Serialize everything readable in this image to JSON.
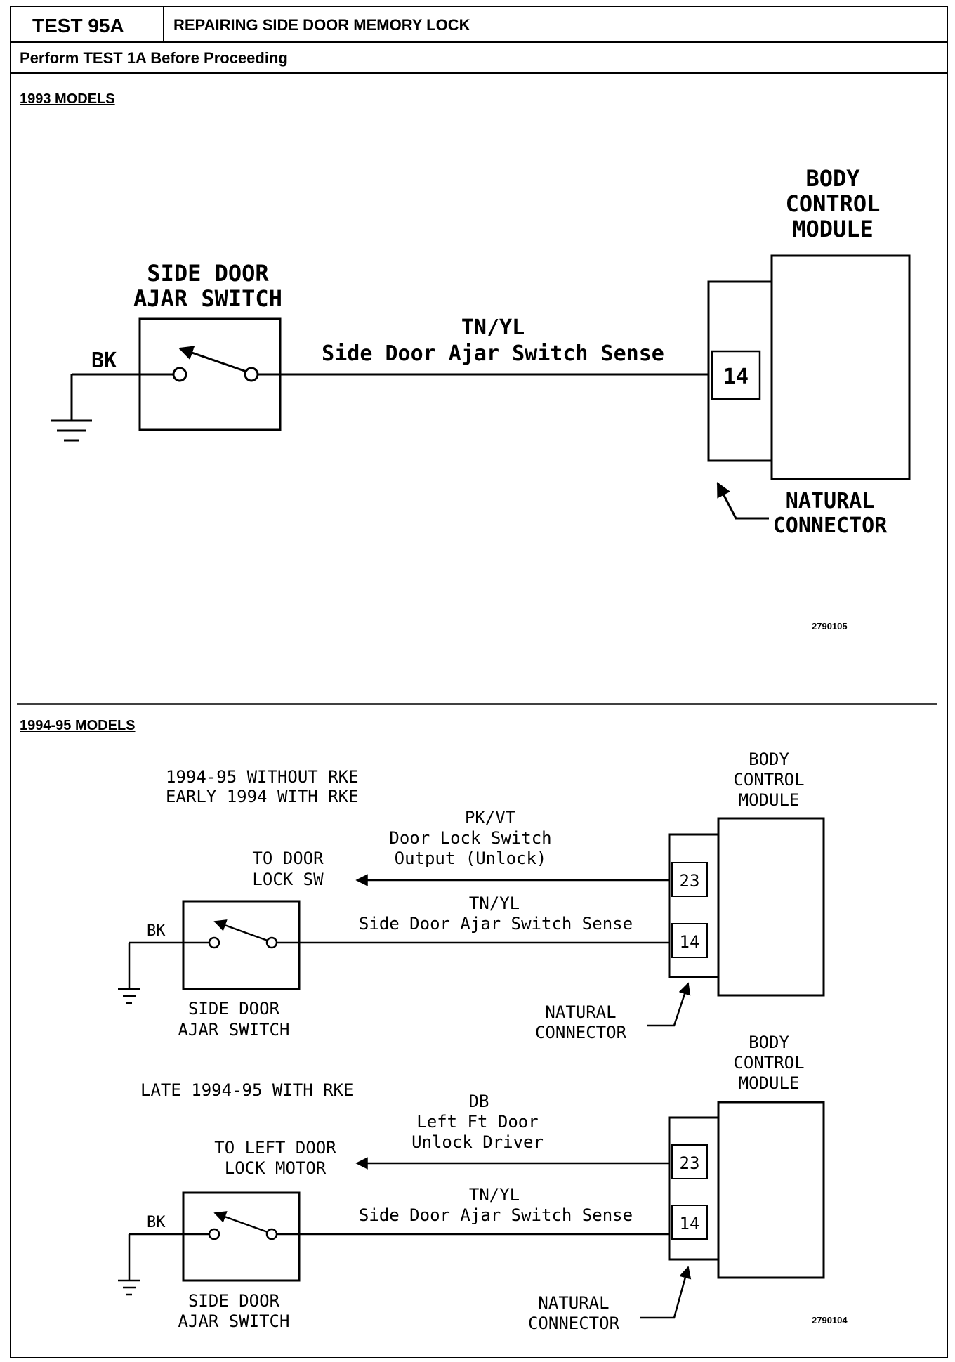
{
  "header": {
    "test_id": "TEST 95A",
    "title": "REPAIRING SIDE DOOR MEMORY LOCK",
    "subtitle": "Perform TEST 1A Before Proceeding"
  },
  "section_1993": {
    "heading": "1993 MODELS",
    "switch_label": [
      "SIDE DOOR",
      "AJAR SWITCH"
    ],
    "ground_wire": "BK",
    "wire_color": "TN/YL",
    "wire_name": "Side Door Ajar Switch Sense",
    "pin": "14",
    "module_label": [
      "BODY",
      "CONTROL",
      "MODULE"
    ],
    "connector_label": [
      "NATURAL",
      "CONNECTOR"
    ],
    "figure_id": "2790105"
  },
  "section_1994": {
    "heading": "1994-95 MODELS",
    "figure_id": "2790104",
    "diagrams": [
      {
        "condition": [
          "1994-95 WITHOUT RKE",
          "EARLY 1994 WITH RKE"
        ],
        "module_label": [
          "BODY",
          "CONTROL",
          "MODULE"
        ],
        "output_wire_color": "PK/VT",
        "output_wire_name": [
          "Door Lock Switch",
          "Output (Unlock)"
        ],
        "output_pin": "23",
        "output_destination": [
          "TO DOOR",
          "LOCK SW"
        ],
        "ground_wire": "BK",
        "sense_wire_color": "TN/YL",
        "sense_wire_name": "Side Door Ajar Switch Sense",
        "sense_pin": "14",
        "switch_label": [
          "SIDE DOOR",
          "AJAR SWITCH"
        ],
        "connector_label": [
          "NATURAL",
          "CONNECTOR"
        ]
      },
      {
        "condition": [
          "LATE 1994-95 WITH RKE"
        ],
        "module_label": [
          "BODY",
          "CONTROL",
          "MODULE"
        ],
        "output_wire_color": "DB",
        "output_wire_name": [
          "Left Ft Door",
          "Unlock Driver"
        ],
        "output_pin": "23",
        "output_destination": [
          "TO LEFT DOOR",
          "LOCK MOTOR"
        ],
        "ground_wire": "BK",
        "sense_wire_color": "TN/YL",
        "sense_wire_name": "Side Door Ajar Switch Sense",
        "sense_pin": "14",
        "switch_label": [
          "SIDE DOOR",
          "AJAR SWITCH"
        ],
        "connector_label": [
          "NATURAL",
          "CONNECTOR"
        ]
      }
    ]
  }
}
